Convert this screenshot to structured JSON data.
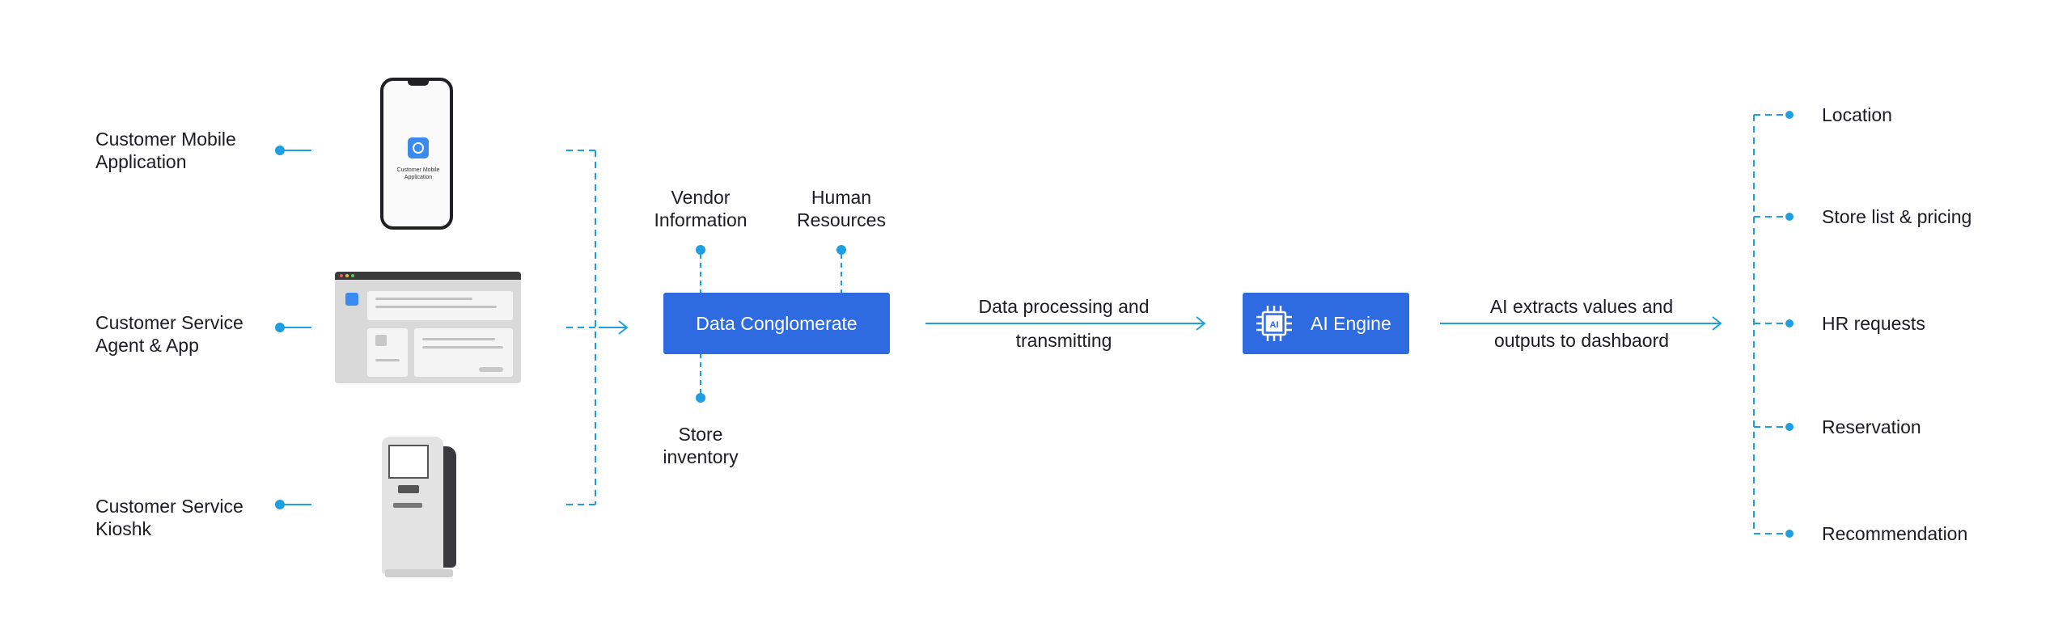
{
  "sources": [
    {
      "label_line1": "Customer Mobile",
      "label_line2": "Application"
    },
    {
      "label_line1": "Customer Service",
      "label_line2": "Agent & App"
    },
    {
      "label_line1": "Customer Service",
      "label_line2": "Kioshk"
    }
  ],
  "phone_app_caption": "Customer Mobile Application",
  "inputs": {
    "vendor": {
      "line1": "Vendor",
      "line2": "Information"
    },
    "hr": {
      "line1": "Human",
      "line2": "Resources"
    },
    "store": {
      "line1": "Store",
      "line2": "inventory"
    }
  },
  "conglomerate_label": "Data Conglomerate",
  "processing_label": {
    "line1": "Data processing and",
    "line2": "transmitting"
  },
  "ai_engine": {
    "label": "AI Engine",
    "chip_text": "AI"
  },
  "extract_label": {
    "line1": "AI extracts values and",
    "line2": "outputs to dashbaord"
  },
  "outputs": [
    "Location",
    "Store list & pricing",
    "HR requests",
    "Reservation",
    "Recommendation"
  ],
  "colors": {
    "accent": "#1e9fe0",
    "box": "#2f6be0"
  }
}
